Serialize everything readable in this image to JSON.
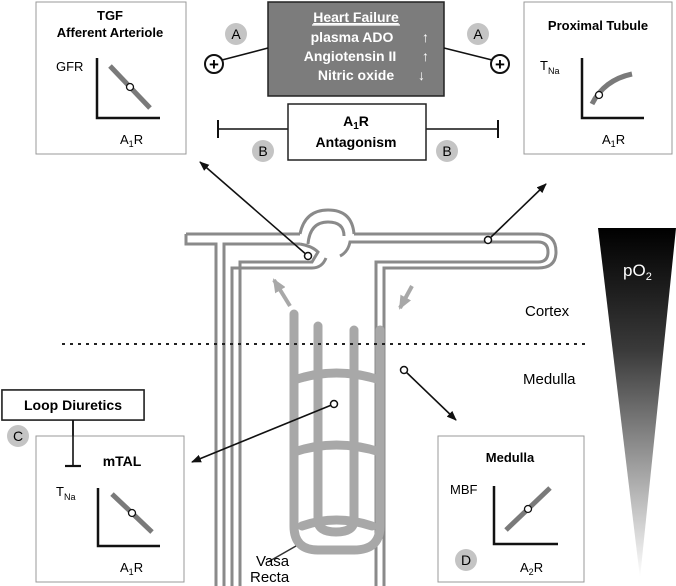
{
  "panels": {
    "tgf": {
      "title_line1": "TGF",
      "title_line2": "Afferent Arteriole",
      "y_label": "GFR",
      "x_label_main": "A",
      "x_label_sub": "1",
      "x_label_end": "R"
    },
    "proximal": {
      "title": "Proximal Tubule",
      "y_label_main": "T",
      "y_label_sub": "Na",
      "x_label_main": "A",
      "x_label_sub": "1",
      "x_label_end": "R"
    },
    "mtal": {
      "title": "mTAL",
      "y_label_main": "T",
      "y_label_sub": "Na",
      "x_label_main": "A",
      "x_label_sub": "1",
      "x_label_end": "R"
    },
    "medulla": {
      "title": "Medulla",
      "y_label": "MBF",
      "x_label_main": "A",
      "x_label_sub": "2",
      "x_label_end": "R"
    }
  },
  "heart_failure": {
    "title": "Heart Failure",
    "items": [
      {
        "label": "plasma ADO",
        "arrow": "↑"
      },
      {
        "label": "Angiotensin II",
        "arrow": "↑"
      },
      {
        "label": "Nitric oxide",
        "arrow": "↓"
      }
    ]
  },
  "antagonism": {
    "line1_main": "A",
    "line1_sub": "1",
    "line1_end": "R",
    "line2": "Antagonism"
  },
  "loop_diuretics": "Loop Diuretics",
  "badges": {
    "a": "A",
    "b": "B",
    "c": "C",
    "d": "D"
  },
  "plus_sign": "+",
  "regions": {
    "cortex": "Cortex",
    "medulla": "Medulla"
  },
  "vasa_recta": {
    "line1": "Vasa",
    "line2": "Recta"
  },
  "po2": {
    "main": "pO",
    "sub": "2"
  },
  "colors": {
    "hf_box": "#7c7c7c",
    "badge": "#c4c4c4",
    "tubule": "#8a8a8a",
    "vessel": "#a8a8a8",
    "dot_line": "#333333"
  }
}
